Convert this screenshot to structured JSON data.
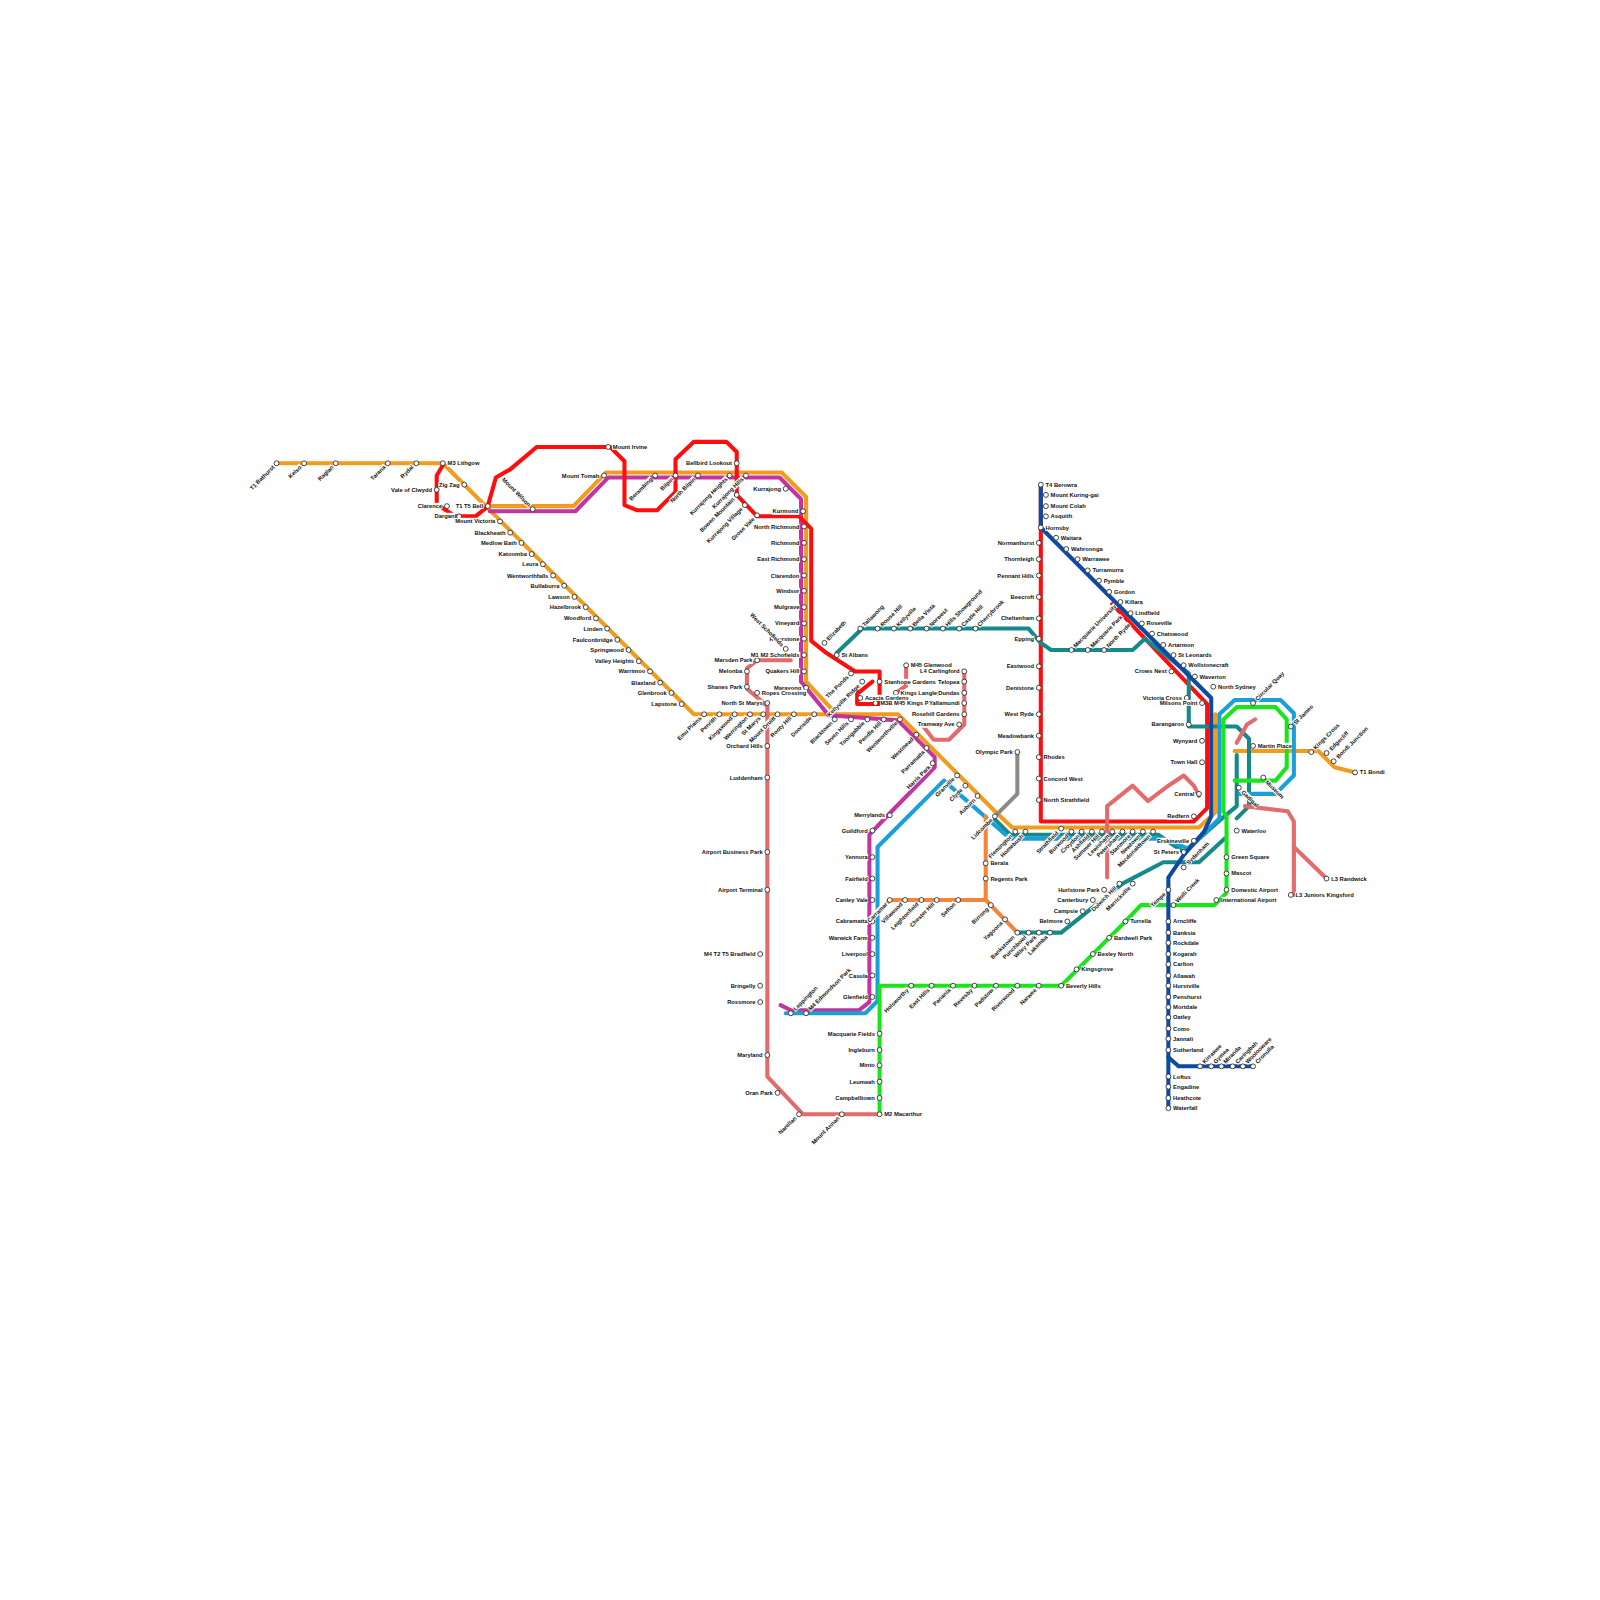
{
  "diagram": {
    "labels": [
      "T1 Bathurst",
      "Kelso",
      "Raglan",
      "Tarana",
      "Rydal",
      "M3 Lithgow",
      "Zig Zag",
      "Vale of Clwydd",
      "Clarence",
      "Dargan",
      "T1 T5 Bell",
      "Mount Victoria",
      "Blackheath",
      "Medlow Bath",
      "Katoomba",
      "Leura",
      "Wentworthfalls",
      "Bullaburra",
      "Lawson",
      "Hazelbrook",
      "Woodford",
      "Linden",
      "Faulconbridge",
      "Springwood",
      "Valley Heights",
      "Warrimoo",
      "Blaxland",
      "Glenbrook",
      "Lapstone",
      "Emu Plains",
      "Penrith",
      "Kingswood",
      "Werrington",
      "St Marys",
      "Mount Druitt",
      "Rooty Hill",
      "Doonside",
      "Blacktown",
      "Seven Hills",
      "Toongabbie",
      "Pendle Hill",
      "Wentworthville",
      "Westmead",
      "Parramatta",
      "Harris Park",
      "Granville",
      "Clyde",
      "Auburn",
      "Lidcombe",
      "Flemington",
      "Homebush",
      "Strathfield",
      "Burwood",
      "Croydon",
      "Ashfield",
      "Summer Hill",
      "Lewisham",
      "Petersham",
      "Stanmore",
      "Newtown",
      "Macdonaldtown",
      "Redfern",
      "Central",
      "Town Hall",
      "Wynyard",
      "Milsons Point",
      "Mount Wilson",
      "Mount Tomah",
      "Mount Irvine",
      "Berambing",
      "Bilpin",
      "North Bilpin",
      "Bellbird Lookout",
      "Kurrajong Heights",
      "Kurrajong Hills",
      "Bowen Mountain",
      "Kurrajong Village",
      "Grose Vale",
      "Kurrajong",
      "Kurmond",
      "North Richmond",
      "Richmond",
      "East Richmond",
      "Clarendon",
      "Windsor",
      "Mulgrave",
      "Vineyard",
      "Riverstone",
      "M1 M2 Schofields",
      "Quakers Hill",
      "Marayong",
      "West Schofields",
      "Elizabeth",
      "St Albans",
      "Tallawong",
      "Rouse Hill",
      "Kellyville",
      "Bella Vista",
      "Norwest",
      "Hills Showground",
      "Castle Hill",
      "Cherrybrook",
      "The Ponds",
      "Kellyville Ridge",
      "Stanhope Gardens",
      "M45 Glenwood",
      "Kings Langley",
      "Acacia Gardens",
      "M3B M45 Kings Park",
      "L4 Carlingford",
      "Telopea",
      "Dundas",
      "Yallamundi",
      "Rosehill Gardens",
      "Tramway Ave",
      "Marsden Park",
      "Melonba",
      "Shanes Park",
      "Ropes Crossing",
      "North St Marys",
      "Orchard Hills",
      "Luddenham",
      "Airport Business Park",
      "Airport Terminal",
      "M4 T2 T5 Bradfield",
      "Bringelly",
      "Rossmore",
      "Maryland",
      "Oran Park",
      "Narellan",
      "Mount Annan",
      "M2 Macarthur",
      "Leppington",
      "M4 Edmondson Park",
      "Glenfield",
      "Casula",
      "Liverpool",
      "Warwick Farm",
      "Cabramatta",
      "Canley Vale",
      "Fairfield",
      "Yennora",
      "Guildford",
      "Merrylands",
      "Macquarie Fields",
      "Ingleburn",
      "Minto",
      "Leumeah",
      "Campbelltown",
      "Holsworthy",
      "East Hills",
      "Panania",
      "Revesby",
      "Padstow",
      "Riverwood",
      "Narwee",
      "Beverly Hills",
      "Kingsgrove",
      "Bexley North",
      "Bardwell Park",
      "Turrella",
      "Tempe",
      "Wolli Creek",
      "International Airport",
      "Domestic Airport",
      "Mascot",
      "Green Square",
      "Waterloo",
      "Carramar",
      "Villawood",
      "Leightonfield",
      "Chester Hill",
      "Sefton",
      "Regents Park",
      "Berala",
      "Birrong",
      "Yagoona",
      "Bankstown",
      "Punchbowl",
      "Wiley Park",
      "Lakemba",
      "Belmore",
      "Campsie",
      "Canterbury",
      "Hurlstone Park",
      "Dulwich Hill",
      "Marrickville",
      "Sydenham",
      "St Peters",
      "Erskineville",
      "Arncliffe",
      "Banksia",
      "Rockdale",
      "Kogarah",
      "Carlton",
      "Allawah",
      "Hurstville",
      "Penshurst",
      "Mortdale",
      "Oatley",
      "Como",
      "Jannali",
      "Sutherland",
      "Loftus",
      "Engadine",
      "Heathcote",
      "Waterfall",
      "Kirrawee",
      "Gymea",
      "Miranda",
      "Caringbah",
      "Woolooware",
      "Cronulla",
      "T4 Berowra",
      "Mount Kuring-gai",
      "Mount Colah",
      "Asquith",
      "Hornsby",
      "Waitara",
      "Wahroonga",
      "Warrawee",
      "Turramurra",
      "Pymble",
      "Gordon",
      "Killara",
      "Lindfield",
      "Roseville",
      "Chatswood",
      "Artarmon",
      "St Leonards",
      "Wollstonecraft",
      "Waverton",
      "North Sydney",
      "Normanhurst",
      "Thornleigh",
      "Pennant Hills",
      "Beecroft",
      "Cheltenham",
      "Epping",
      "Eastwood",
      "Denistone",
      "West Ryde",
      "Meadowbank",
      "Rhodes",
      "Concord West",
      "North Strathfield",
      "Macquarie University",
      "Macquarie Park",
      "North Ryde",
      "Crows Nest",
      "Victoria Cross",
      "Barangaroo",
      "Martin Place",
      "Gadigal",
      "Olympic Park",
      "Circular Quay",
      "St James",
      "Kings Cross",
      "Edgecliff",
      "Bondi Junction",
      "T1 Bondi",
      "Museum",
      "L3 Randwick",
      "L3 Juniors Kingsford"
    ]
  }
}
